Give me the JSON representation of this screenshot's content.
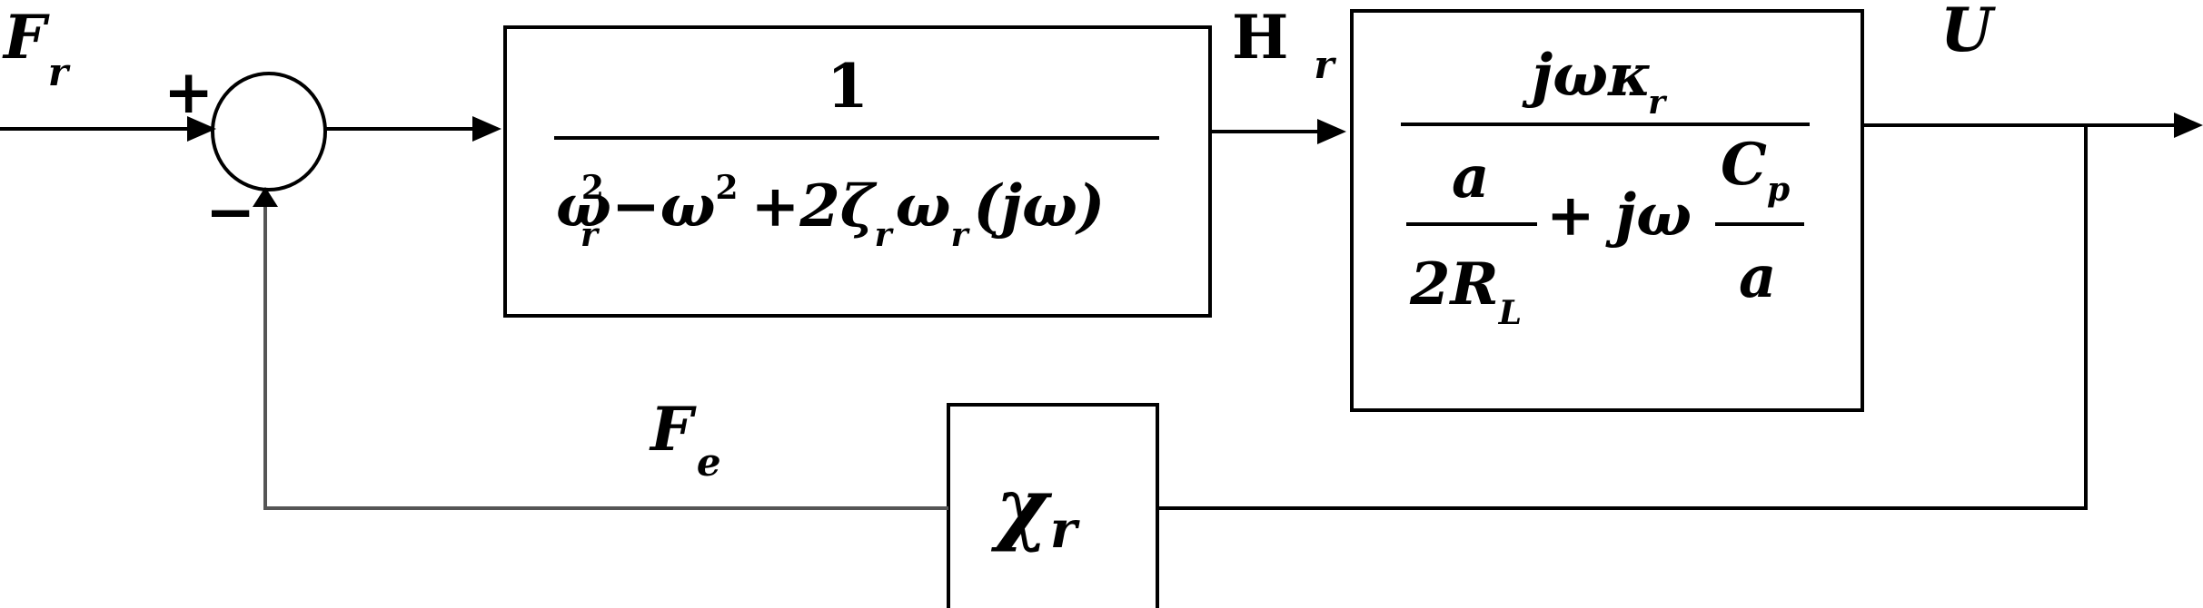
{
  "signals": {
    "input_symbol": "F",
    "input_sub": "r",
    "plus_sign": "+",
    "minus_sign": "−",
    "mid_symbol": "H",
    "mid_sub": "r",
    "output_symbol": "U",
    "feedback_symbol": "F",
    "feedback_sub": "e"
  },
  "block1": {
    "numerator": "1",
    "den_omega_r": "ω",
    "den_omega_r_sub": "r",
    "den_sq1": "2",
    "den_minus": "−ω",
    "den_sq2": "2",
    "den_plus": "+2ζ",
    "den_zeta_sub": "r",
    "den_omega": "ω",
    "den_omega_sub": "r",
    "den_jw": "(jω)"
  },
  "block2": {
    "numerator": "jωκ",
    "numerator_sub": "r",
    "den_a_top": "a",
    "den_a_bottom": "2R",
    "den_a_bottom_sub": "L",
    "den_plus": "+ jω",
    "den_c_top": "C",
    "den_c_top_sub": "p",
    "den_c_bottom": "a"
  },
  "feedback_block": {
    "symbol": "χ",
    "sub": "r"
  },
  "colors": {
    "line": "#000000",
    "feedback_line": "#555555",
    "background": "#ffffff"
  }
}
